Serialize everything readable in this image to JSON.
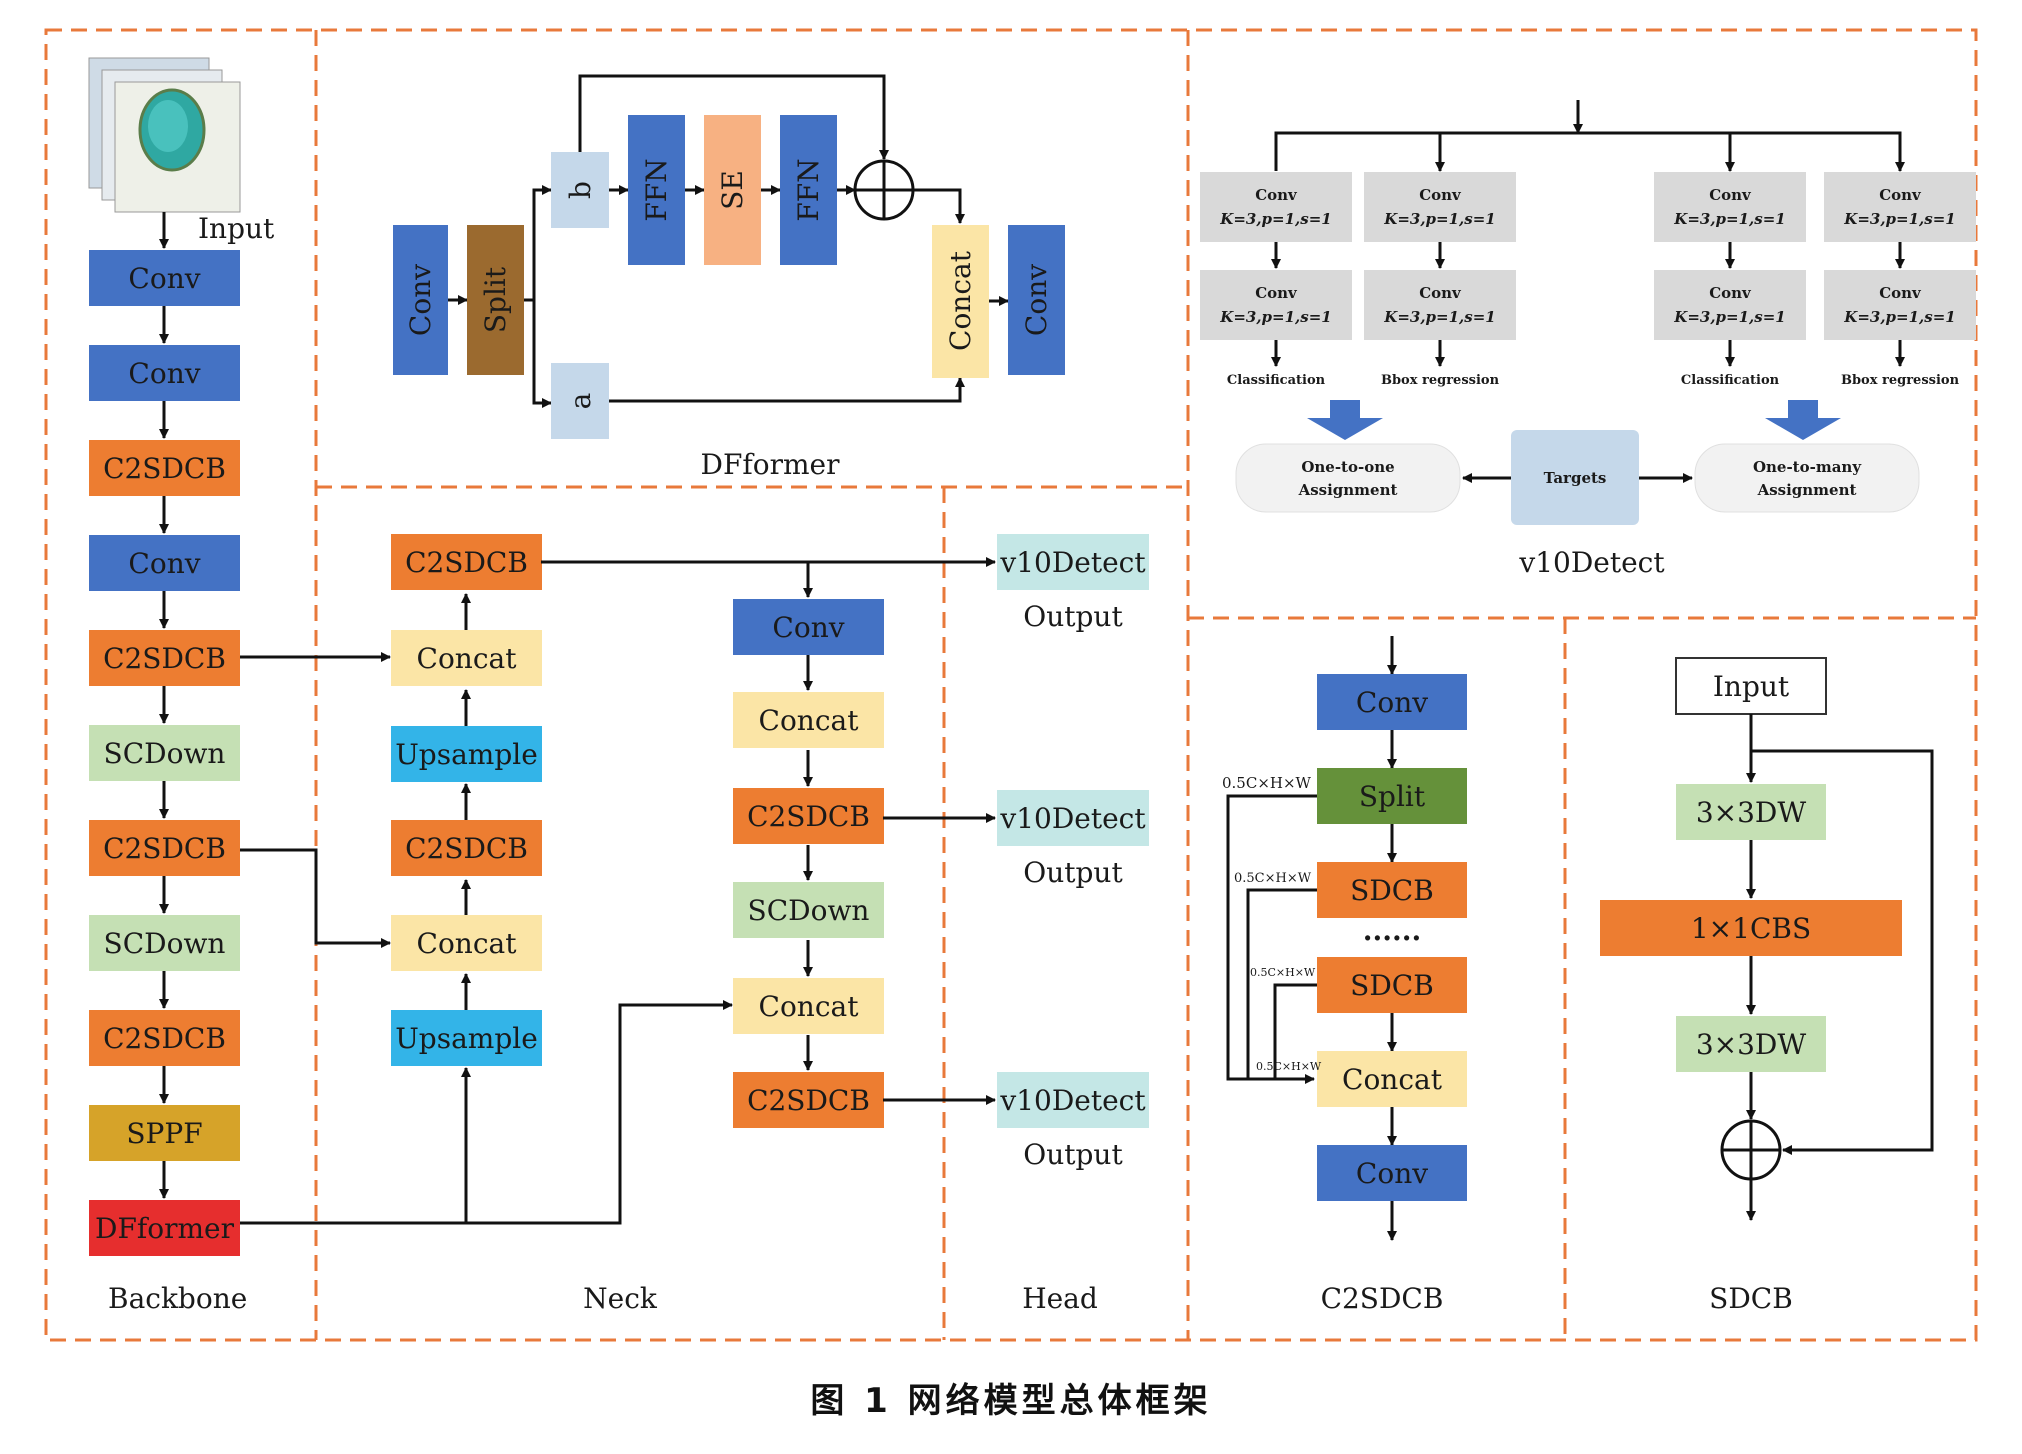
{
  "colors": {
    "conv": "#4472c4",
    "c2sdcb": "#ed7d31",
    "scdown": "#c5e0b4",
    "sppf": "#d6a329",
    "dfformer": "#e62e2e",
    "concat": "#fbe5a6",
    "upsample": "#33b4e8",
    "detect": "#c4e7e6",
    "split_brown": "#9b6a2f",
    "split_green": "#65913a",
    "se": "#f7b182",
    "ab": "#c5d8ea",
    "dw": "#c5e0b4",
    "grey": "#d9d9d9",
    "dash": "#e8793b",
    "arrow_blue": "#4472c4"
  },
  "backbone": {
    "input_label": "Input",
    "blocks": [
      "Conv",
      "Conv",
      "C2SDCB",
      "Conv",
      "C2SDCB",
      "SCDown",
      "C2SDCB",
      "SCDown",
      "C2SDCB",
      "SPPF",
      "DFformer"
    ],
    "caption": "Backbone"
  },
  "dfformer": {
    "conv_left": "Conv",
    "split": "Split",
    "b": "b",
    "a": "a",
    "ffn1": "FFN",
    "se": "SE",
    "ffn2": "FFN",
    "concat": "Concat",
    "conv_right": "Conv",
    "caption": "DFformer"
  },
  "neck": {
    "left_col": [
      "C2SDCB",
      "Concat",
      "Upsample",
      "C2SDCB",
      "Concat",
      "Upsample"
    ],
    "right_col": [
      "Conv",
      "Concat",
      "C2SDCB",
      "SCDown",
      "Concat",
      "C2SDCB"
    ],
    "caption": "Neck"
  },
  "head": {
    "detect_label": "v10Detect",
    "output_label": "Output",
    "caption": "Head"
  },
  "v10detect": {
    "conv_title": "Conv",
    "conv_params": "K=3,p=1,s=1",
    "classification": "Classification",
    "bbox": "Bbox regression",
    "targets": "Targets",
    "one_to_one_l1": "One-to-one",
    "one_to_one_l2": "Assignment",
    "one_to_many_l1": "One-to-many",
    "one_to_many_l2": "Assignment",
    "caption": "v10Detect"
  },
  "c2sdcb": {
    "conv_top": "Conv",
    "split": "Split",
    "sdcb1": "SDCB",
    "dots": "......",
    "sdcb2": "SDCB",
    "concat": "Concat",
    "conv_bottom": "Conv",
    "dim1": "0.5C×H×W",
    "dim2": "0.5C×H×W",
    "dim3": "0.5C×H×W",
    "dim4": "0.5C×H×W",
    "caption": "C2SDCB"
  },
  "sdcb": {
    "input": "Input",
    "dw1": "3×3DW",
    "cbs": "1×1CBS",
    "dw2": "3×3DW",
    "caption": "SDCB"
  },
  "figure_caption": "图 1   网络模型总体框架"
}
